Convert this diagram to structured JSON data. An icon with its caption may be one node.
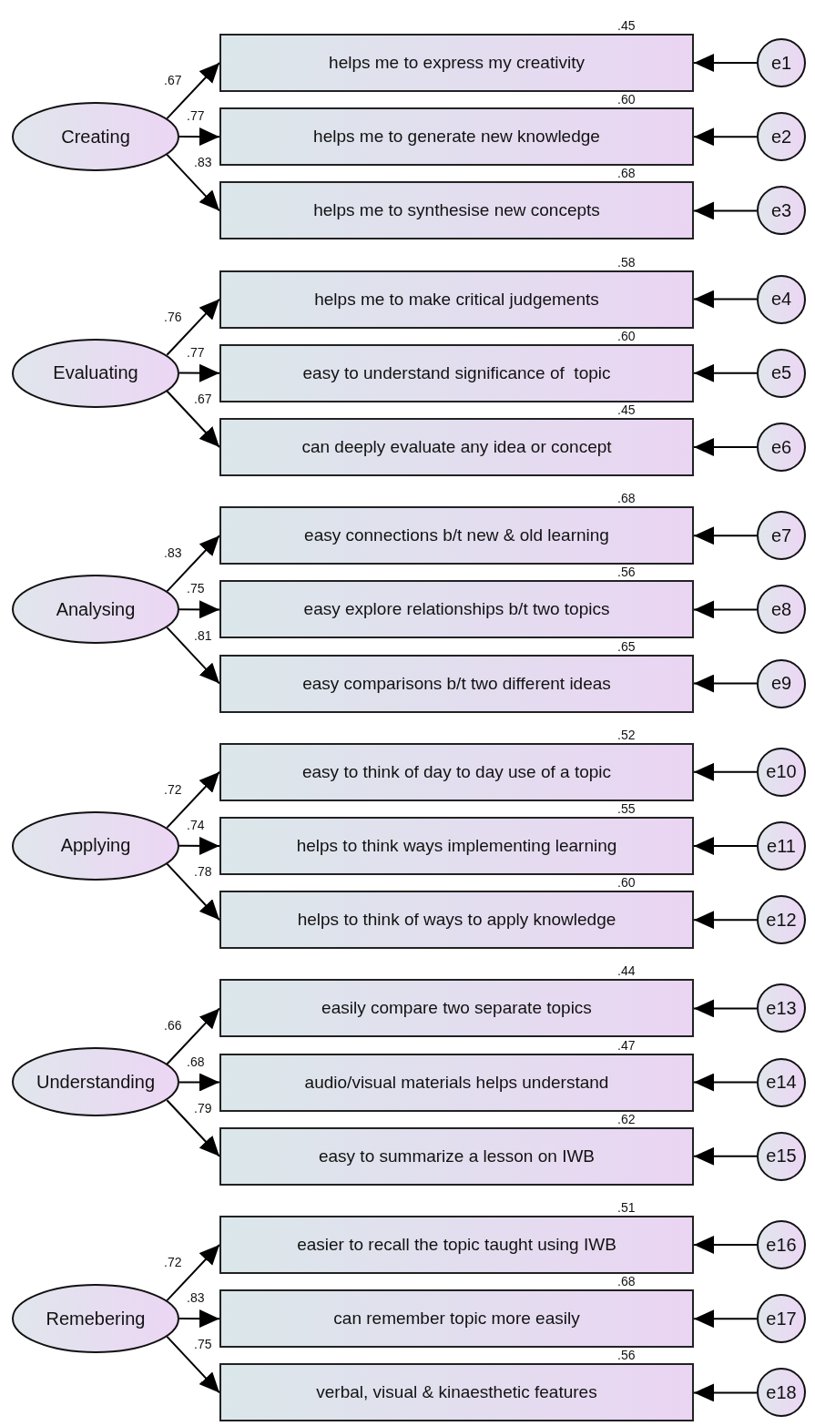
{
  "diagram": {
    "nodes": [
      {
        "text": [
          "Creating"
        ]
      },
      {
        "text": [
          "helps me to express my creativity"
        ],
        "beside": [
          ".45"
        ]
      },
      {
        "text": [
          "e1"
        ]
      },
      {
        "text": [
          "helps me to generate new knowledge"
        ],
        "beside": [
          ".60"
        ]
      },
      {
        "text": [
          "e2"
        ]
      },
      {
        "text": [
          "helps me to synthesise new concepts"
        ],
        "beside": [
          ".68"
        ]
      },
      {
        "text": [
          "e3"
        ]
      },
      {
        "text": [
          "Evaluating"
        ]
      },
      {
        "text": [
          "helps me to make critical judgements"
        ],
        "beside": [
          ".58"
        ]
      },
      {
        "text": [
          "e4"
        ]
      },
      {
        "text": [
          "easy to understand significance of  topic"
        ],
        "beside": [
          ".60"
        ]
      },
      {
        "text": [
          "e5"
        ]
      },
      {
        "text": [
          "can deeply evaluate any idea or concept"
        ],
        "beside": [
          ".45"
        ]
      },
      {
        "text": [
          "e6"
        ]
      },
      {
        "text": [
          "Analysing"
        ]
      },
      {
        "text": [
          "easy connections b/t new & old learning"
        ],
        "beside": [
          ".68"
        ]
      },
      {
        "text": [
          "e7"
        ]
      },
      {
        "text": [
          "easy explore relationships b/t two topics"
        ],
        "beside": [
          ".56"
        ]
      },
      {
        "text": [
          "e8"
        ]
      },
      {
        "text": [
          "easy comparisons b/t two different ideas"
        ],
        "beside": [
          ".65"
        ]
      },
      {
        "text": [
          "e9"
        ]
      },
      {
        "text": [
          "Applying"
        ]
      },
      {
        "text": [
          "easy to think of day to day use of a topic"
        ],
        "beside": [
          ".52"
        ]
      },
      {
        "text": [
          "e10"
        ]
      },
      {
        "text": [
          "helps to think ways implementing learning"
        ],
        "beside": [
          ".55"
        ]
      },
      {
        "text": [
          "e11"
        ]
      },
      {
        "text": [
          "helps to think of ways to apply knowledge"
        ],
        "beside": [
          ".60"
        ]
      },
      {
        "text": [
          "e12"
        ]
      },
      {
        "text": [
          "Understanding"
        ]
      },
      {
        "text": [
          "easily compare two separate topics"
        ],
        "beside": [
          ".44"
        ]
      },
      {
        "text": [
          "e13"
        ]
      },
      {
        "text": [
          "audio/visual materials helps understand"
        ],
        "beside": [
          ".47"
        ]
      },
      {
        "text": [
          "e14"
        ]
      },
      {
        "text": [
          "easy to summarize a lesson on IWB"
        ],
        "beside": [
          ".62"
        ]
      },
      {
        "text": [
          "e15"
        ]
      },
      {
        "text": [
          "Remebering"
        ]
      },
      {
        "text": [
          "easier to recall the topic taught using IWB"
        ],
        "beside": [
          ".51"
        ]
      },
      {
        "text": [
          "e16"
        ]
      },
      {
        "text": [
          "can remember topic more easily"
        ],
        "beside": [
          ".68"
        ]
      },
      {
        "text": [
          "e17"
        ]
      },
      {
        "text": [
          "verbal, visual & kinaesthetic features"
        ],
        "beside": [
          ".56"
        ]
      },
      {
        "text": [
          "e18"
        ]
      }
    ],
    "edges": [
      {
        "from": 0,
        "to": 1,
        "arrow": "to",
        "label": ".67"
      },
      {
        "from": 0,
        "to": 3,
        "arrow": "to",
        "label": ".77"
      },
      {
        "from": 0,
        "to": 5,
        "arrow": "to",
        "label": ".83"
      },
      {
        "from": 2,
        "to": 1,
        "arrow": "to"
      },
      {
        "from": 4,
        "to": 3,
        "arrow": "to"
      },
      {
        "from": 6,
        "to": 5,
        "arrow": "to"
      },
      {
        "from": 7,
        "to": 8,
        "arrow": "to",
        "label": ".76"
      },
      {
        "from": 7,
        "to": 10,
        "arrow": "to",
        "label": ".77"
      },
      {
        "from": 7,
        "to": 12,
        "arrow": "to",
        "label": ".67"
      },
      {
        "from": 9,
        "to": 8,
        "arrow": "to"
      },
      {
        "from": 11,
        "to": 10,
        "arrow": "to"
      },
      {
        "from": 13,
        "to": 12,
        "arrow": "to"
      },
      {
        "from": 14,
        "to": 15,
        "arrow": "to",
        "label": ".83"
      },
      {
        "from": 14,
        "to": 17,
        "arrow": "to",
        "label": ".75"
      },
      {
        "from": 14,
        "to": 19,
        "arrow": "to",
        "label": ".81"
      },
      {
        "from": 16,
        "to": 15,
        "arrow": "to"
      },
      {
        "from": 18,
        "to": 17,
        "arrow": "to"
      },
      {
        "from": 20,
        "to": 19,
        "arrow": "to"
      },
      {
        "from": 21,
        "to": 22,
        "arrow": "to",
        "label": ".72"
      },
      {
        "from": 21,
        "to": 24,
        "arrow": "to",
        "label": ".74"
      },
      {
        "from": 21,
        "to": 26,
        "arrow": "to",
        "label": ".78"
      },
      {
        "from": 23,
        "to": 22,
        "arrow": "to"
      },
      {
        "from": 25,
        "to": 24,
        "arrow": "to"
      },
      {
        "from": 27,
        "to": 26,
        "arrow": "to"
      },
      {
        "from": 28,
        "to": 29,
        "arrow": "to",
        "label": ".66"
      },
      {
        "from": 28,
        "to": 31,
        "arrow": "to",
        "label": ".68"
      },
      {
        "from": 28,
        "to": 33,
        "arrow": "to",
        "label": ".79"
      },
      {
        "from": 30,
        "to": 29,
        "arrow": "to"
      },
      {
        "from": 32,
        "to": 31,
        "arrow": "to"
      },
      {
        "from": 34,
        "to": 33,
        "arrow": "to"
      },
      {
        "from": 35,
        "to": 36,
        "arrow": "to",
        "label": ".72"
      },
      {
        "from": 35,
        "to": 38,
        "arrow": "to",
        "label": ".83"
      },
      {
        "from": 35,
        "to": 40,
        "arrow": "to",
        "label": ".75"
      },
      {
        "from": 37,
        "to": 36,
        "arrow": "to"
      },
      {
        "from": 39,
        "to": 38,
        "arrow": "to"
      },
      {
        "from": 41,
        "to": 40,
        "arrow": "to"
      }
    ]
  }
}
